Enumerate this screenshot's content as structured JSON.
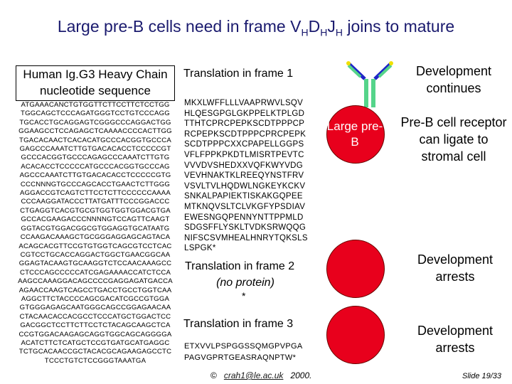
{
  "title": {
    "before": "Large pre-B cells need in frame V",
    "sub1": "H",
    "mid": "D",
    "sub2": "H",
    "mid2": "J",
    "sub3": "H",
    "after": " joins to mature"
  },
  "sequence": {
    "header": "Human Ig.G3 Heavy Chain nucleotide sequence",
    "lines": [
      "ATGAAACANCTGTGGTTCTTCCTTCTCCTGG",
      "TGGCAGCTCCCAGATGGGTCCTGTCCCAGG",
      "TGCACCTGCAGGAGTCGGGCCCAGGACTGG",
      "GGAAGCCTCCAGAGCTCAAAACCCCACTTGG",
      "TGACACAACTCACACATGCCCACGGTGCCCA",
      "GAGCCCAAATCTTGTGACACACCTCCCCCGT",
      "GCCCACGGTGCCCAGAGCCCAAATCTTGTG",
      "ACACACCTCCCCCATGCCCACGGTGCCCAG",
      "AGCCCAAATCTTGTGACACACCTCCCCCGTG",
      "CCCNNNGTGCCCAGCACCTGAACTCTTGGG",
      "AGGACCGTCAGTCTTCCTCTTCCCCCCAAAA",
      "CCCAAGGATACCCTTATGATTTCCCGGACCC",
      "CTGAGGTCACGTGCGTGGTGGTGGACGTGA",
      "GCCACGAAGACCCNNNNGTCCAGTTCAAGT",
      "GGTACGTGGACGGCGTGGAGGTGCATAATG",
      "CCAAGACAAAGCTGCGGGAGGAGCAGTACA",
      "ACAGCACGTTCCGTGTGGTCAGCGTCCTCAC",
      "CGTCCTGCACCAGGACTGGCTGAACGGCAA",
      "GGAGTACAAGTGCAAGGTCTCCAACAAAGCC",
      "CTCCCAGCCCCCATCGAGAAAACCATCTCCA",
      "AAGCCAAAGGACAGCCCCGAGGAGATGACCA",
      "AGAACCAAGTCAGCCTGACCTGCCTGGTCAA",
      "AGGCTTCTACCCCAGCGACATCGCCGTGGA",
      "GTGGGAGAGCAATGGGCAGCCGGAGAACAA",
      "CTACAACACCACGCCTCCCATGCTGGACTCC",
      "GACGGCTCCTTCTTCCTCTACAGCAAGCTCA",
      "CCGTGGACAAGAGCAGGTGGCAGCAGGGGA",
      "ACATCTTCTCATGCTCCGTGATGCATGAGGC",
      "TCTGCACAACCGCTACACGCAGAAGAGCCTC",
      "TCCCTGTCTCCGGGTAAATGA"
    ]
  },
  "frame1": {
    "title": "Translation in frame 1",
    "lines": [
      "MKXLWFFLLLVAAPRWVLSQV",
      "HLQESGPGLGKPPELKTPLGD",
      "TTHTCPRCPEPKSCDTPPPCP",
      "RCPEPKSCDTPPPCPRCPEPK",
      "SCDTPPPCXXCPAPELLGGPS",
      "VFLFPPKPKDTLMISRTPEVTC",
      "VVVDVSHEDXXVQFKWYVDG",
      "VEVHNAKTKLREEQYNSTFRV",
      "VSVLTVLHQDWLNGKEYKCKV",
      "SNKALPAPIEKTISKAKGQPEE",
      "MTKNQVSLTCLVKGFYPSDIAV",
      "EWESNGQPENNYNTTPPMLD",
      "SDGSFFLYSKLTVDKSRWQQG",
      "NIFSCSVMHEALHNRYTQKSLS",
      "LSPGK*"
    ]
  },
  "frame2": {
    "title": "Translation in frame 2",
    "subtitle": "(no protein)",
    "star": "*"
  },
  "frame3": {
    "title": "Translation in frame 3",
    "lines": [
      "ETXVVLPSPGGSSQMGPVPGA",
      "PAGVGPRTGEASRAQNPTW*"
    ]
  },
  "right": {
    "dev_continues": "Development continues",
    "prebcr": "Pre-B cell receptor can ligate to stromal cell",
    "dev_arrests_1": "Development arrests",
    "dev_arrests_2": "Development arrests"
  },
  "cell_label": "Large pre-B",
  "colors": {
    "cell": "#e8001c",
    "receptor_green": "#55d48a",
    "receptor_blue": "#1e24c8",
    "receptor_yellow": "#f0e000",
    "title": "#1a1a6e"
  },
  "footer": {
    "copyright": "©",
    "email": "crah1@le.ac.uk",
    "year": "2000."
  },
  "slide_number": "Slide 19/33"
}
